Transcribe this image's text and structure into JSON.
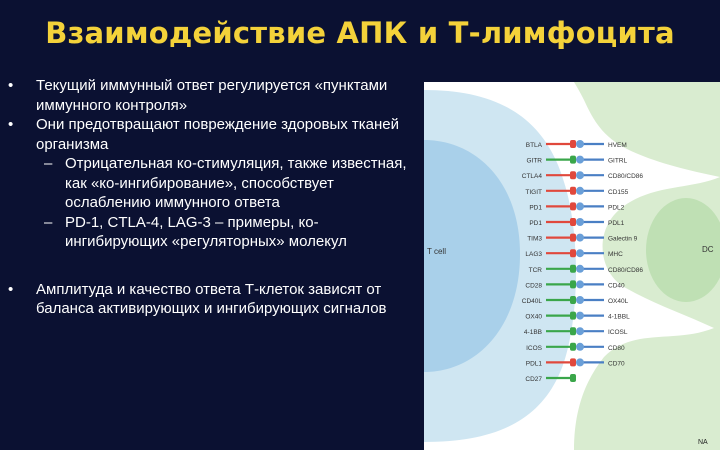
{
  "title": "Взаимодействие АПК и Т-лимфоцита",
  "bullets": [
    {
      "level": 1,
      "text": "Текущий иммунный ответ регулируется «пунктами иммунного контроля»"
    },
    {
      "level": 1,
      "text": "Они предотвращают повреждение здоровых тканей организма"
    },
    {
      "level": 2,
      "text": "Отрицательная ко-стимуляция, также известная, как «ко-ингибирование», способствует ослаблению иммунного ответа"
    },
    {
      "level": 2,
      "text": "PD-1, CTLA-4, LAG-3 – примеры, ко-ингибирующих «регуляторных» молекул"
    },
    {
      "level": 1,
      "text": "Амплитуда и качество ответа Т-клеток зависят от баланса активирующих и ингибирующих сигналов"
    }
  ],
  "markers": {
    "bullet": "•",
    "dash": "–"
  },
  "figure": {
    "tcell_label": "T cell",
    "dc_label": "DC",
    "corner_text": "NA",
    "left_receptors": [
      "BTLA",
      "GITR",
      "CTLA4",
      "TIGIT",
      "PD1",
      "PD1",
      "TIM3",
      "LAG3",
      "TCR",
      "CD28",
      "CD40L",
      "OX40",
      "4-1BB",
      "ICOS",
      "PDL1",
      "CD27"
    ],
    "right_ligands": [
      "HVEM",
      "GITRL",
      "CD80/CD86",
      "CD155",
      "PDL2",
      "PDL1",
      "Galectin 9",
      "MHC",
      "CD80/CD86",
      "CD40",
      "OX40L",
      "4-1BBL",
      "ICOSL",
      "CD80",
      "CD70"
    ],
    "colors": {
      "tcell": "#cfe6f2",
      "tcell_nucleus": "#a9d0ea",
      "dc": "#d9ecd0",
      "dc_nucleus": "#bfe0b4",
      "inhibitory": "#e0483c",
      "activating": "#3aa64a"
    }
  }
}
